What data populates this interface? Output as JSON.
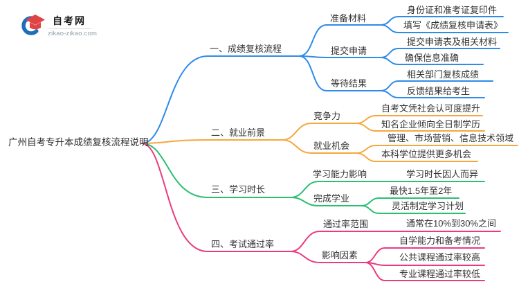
{
  "logo": {
    "title": "自考网",
    "domain": "zikao-zikao.com"
  },
  "root": {
    "label": "广州自考专升本成绩复核流程说明"
  },
  "colors": {
    "blue": "#2E8BE8",
    "orange": "#F5A73B",
    "green": "#2BBE72",
    "pink": "#EB3B80",
    "text": "#333333",
    "logo_red": "#E04343",
    "logo_blue": "#1E6FB8"
  },
  "branches": [
    {
      "label": "一、成绩复核流程",
      "color": "#2E8BE8",
      "children": [
        {
          "label": "准备材料",
          "children": [
            {
              "label": "身份证和准考证复印件"
            },
            {
              "label": "填写《成绩复核申请表》"
            }
          ]
        },
        {
          "label": "提交申请",
          "children": [
            {
              "label": "提交申请表及相关材料"
            },
            {
              "label": "确保信息准确"
            }
          ]
        },
        {
          "label": "等待结果",
          "children": [
            {
              "label": "相关部门复核成绩"
            },
            {
              "label": "反馈结果给考生"
            }
          ]
        }
      ]
    },
    {
      "label": "二、就业前景",
      "color": "#F5A73B",
      "children": [
        {
          "label": "竞争力",
          "children": [
            {
              "label": "自考文凭社会认可度提升"
            },
            {
              "label": "知名企业倾向全日制学历"
            }
          ]
        },
        {
          "label": "就业机会",
          "children": [
            {
              "label": "管理、市场营销、信息技术领域"
            },
            {
              "label": "本科学位提供更多机会"
            }
          ]
        }
      ]
    },
    {
      "label": "三、学习时长",
      "color": "#2BBE72",
      "children": [
        {
          "label": "学习能力影响",
          "children": [
            {
              "label": "学习时长因人而异"
            }
          ]
        },
        {
          "label": "完成学业",
          "children": [
            {
              "label": "最快1.5年至2年"
            },
            {
              "label": "灵活制定学习计划"
            }
          ]
        }
      ]
    },
    {
      "label": "四、考试通过率",
      "color": "#EB3B80",
      "children": [
        {
          "label": "通过率范围",
          "children": [
            {
              "label": "通常在10%到30%之间"
            }
          ]
        },
        {
          "label": "影响因素",
          "children": [
            {
              "label": "自学能力和备考情况"
            },
            {
              "label": "公共课程通过率较高"
            },
            {
              "label": "专业课程通过率较低"
            }
          ]
        }
      ]
    }
  ]
}
